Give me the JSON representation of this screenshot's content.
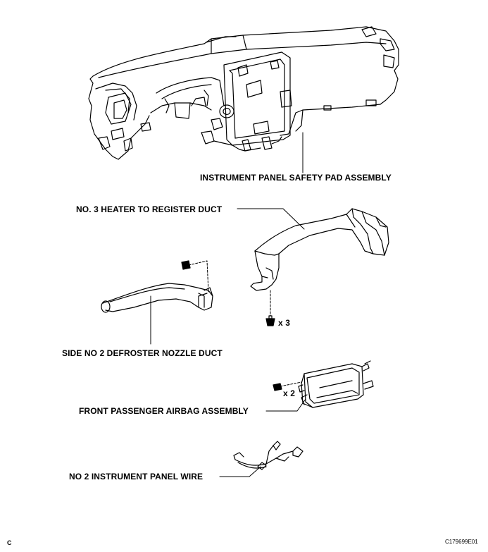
{
  "labels": {
    "safety_pad": "INSTRUMENT PANEL SAFETY PAD ASSEMBLY",
    "heater_duct": "NO. 3 HEATER TO REGISTER DUCT",
    "defroster_duct": "SIDE NO  2 DEFROSTER NOZZLE DUCT",
    "airbag": "FRONT PASSENGER AIRBAG ASSEMBLY",
    "panel_wire": "NO  2 INSTRUMENT PANEL WIRE"
  },
  "quantities": {
    "duct_clips": "x 3",
    "airbag_bolts": "x 2"
  },
  "corner_letter": "C",
  "figure_code": "C179699E01",
  "stroke_color": "#000000"
}
